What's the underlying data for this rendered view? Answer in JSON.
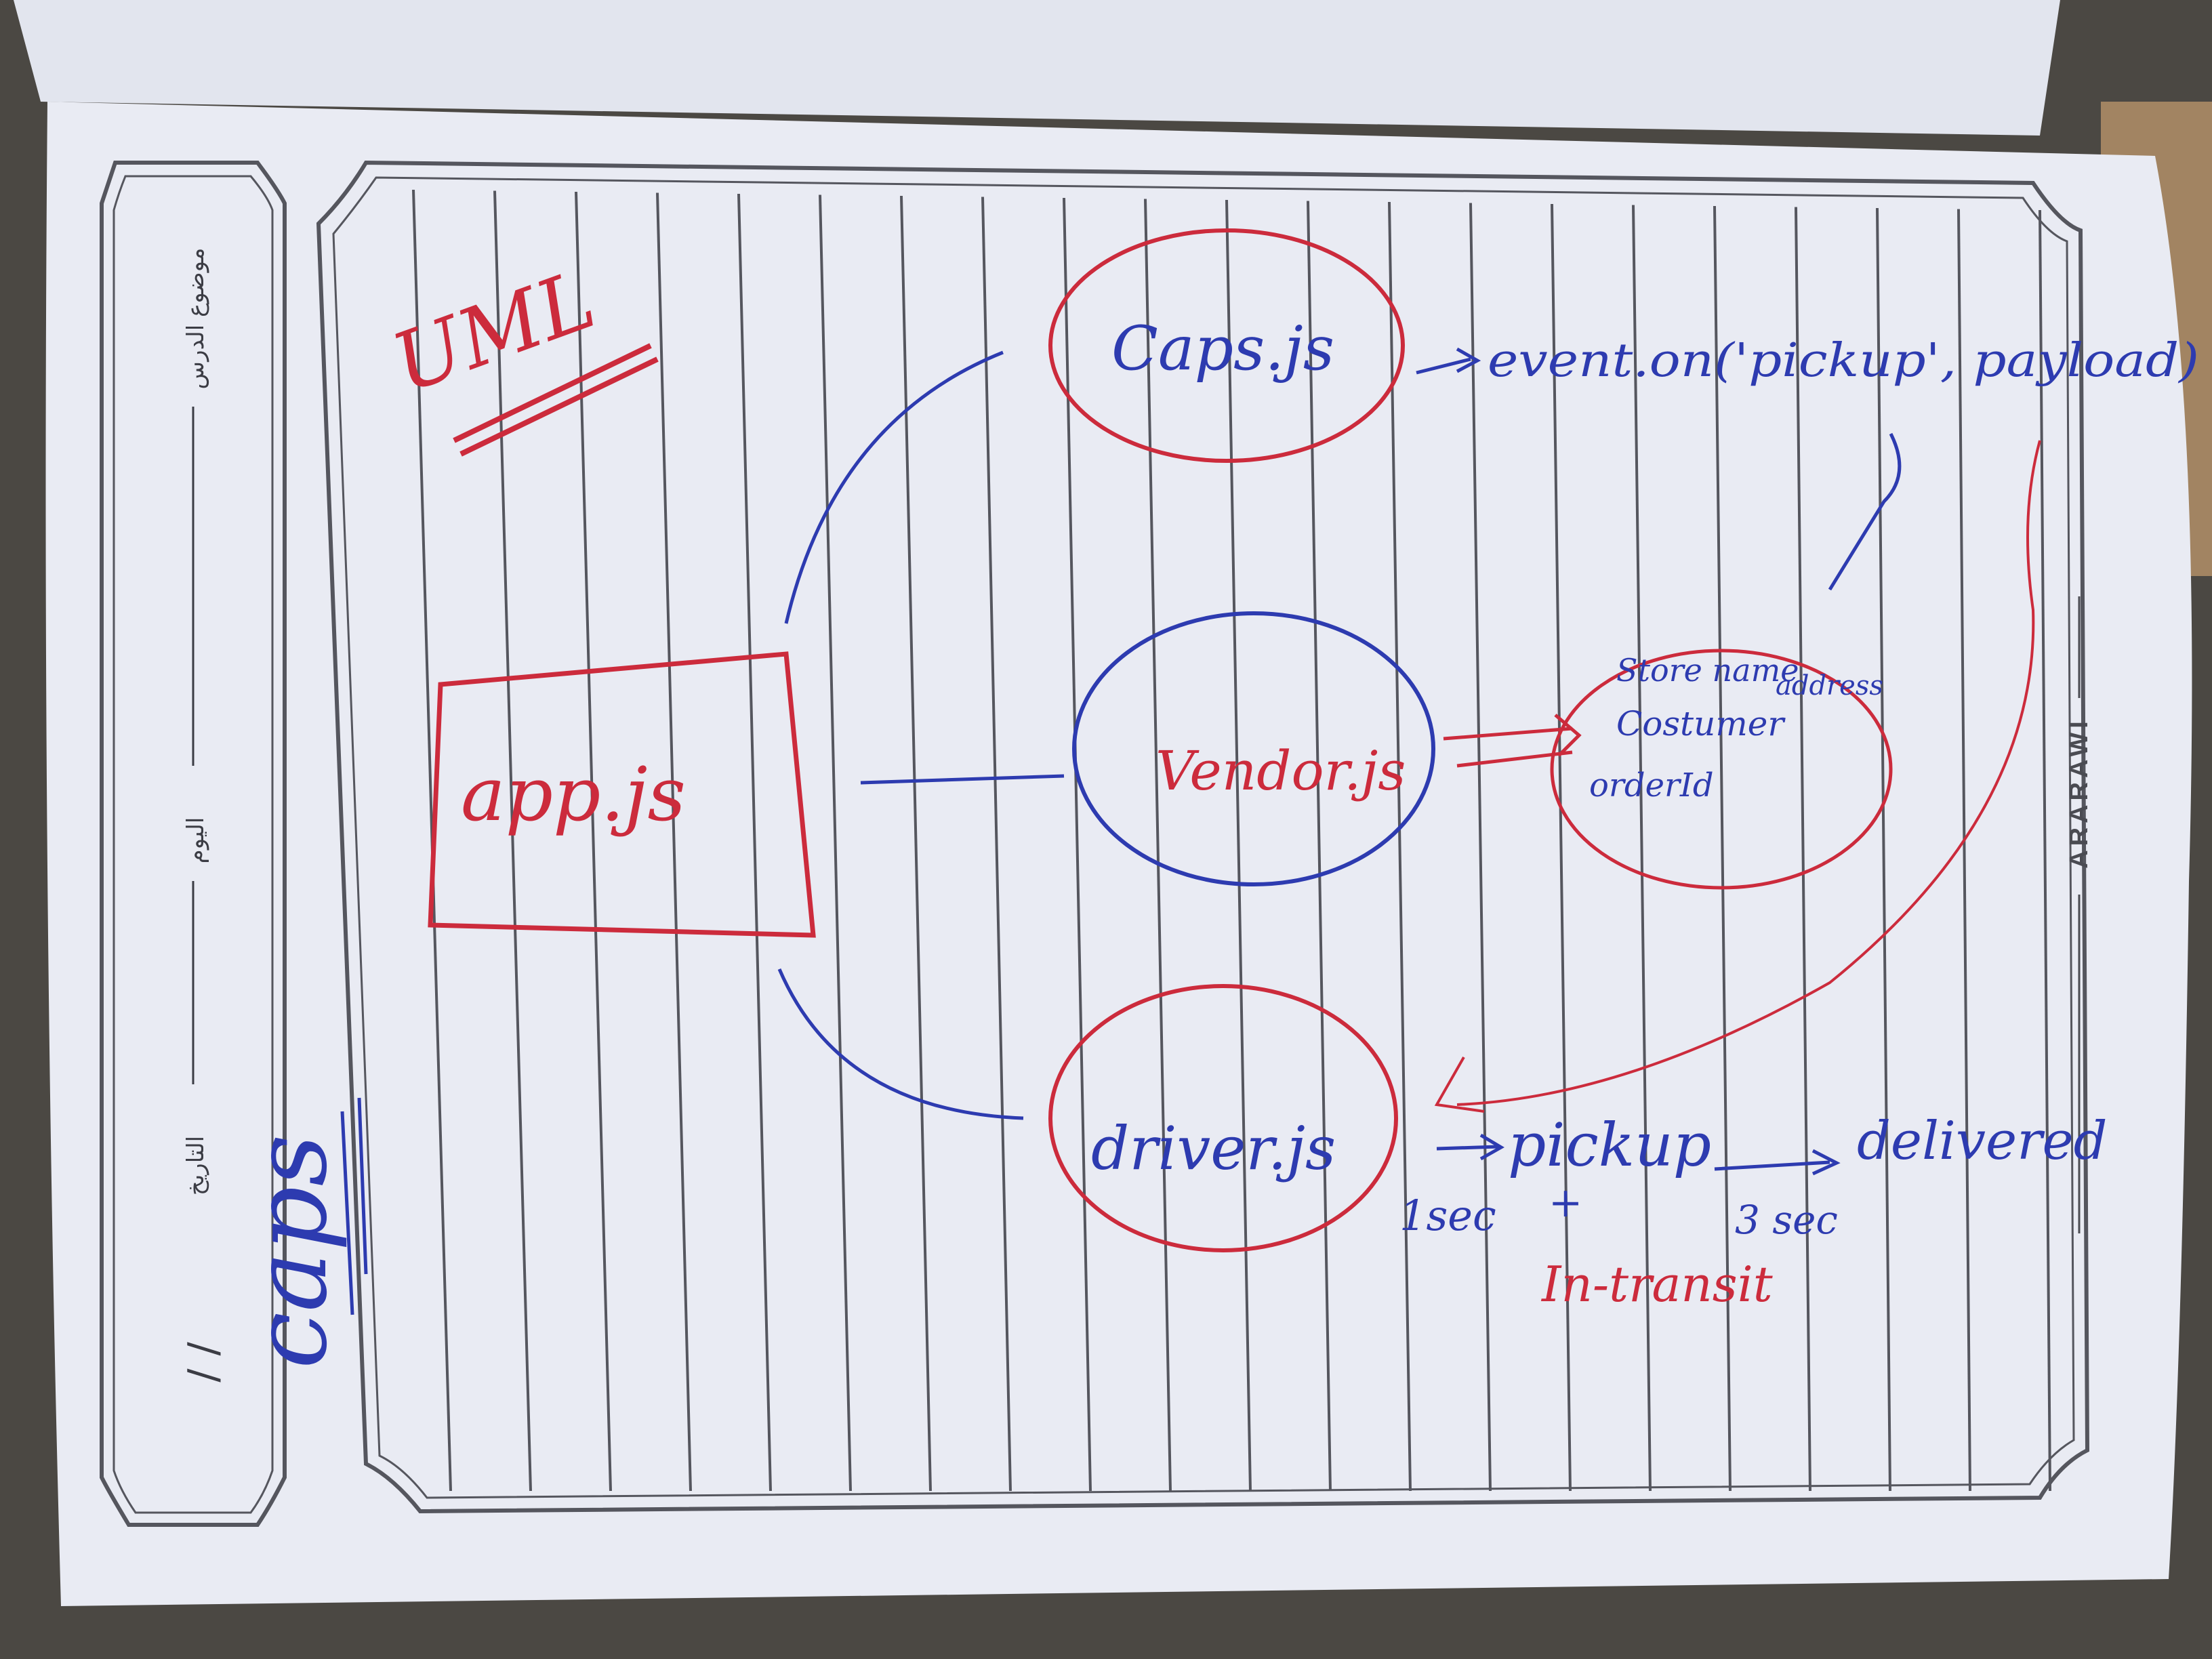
{
  "colors": {
    "paper": "#e9ebf3",
    "page_shadow": "#c9ccd8",
    "rule_line": "#55565e",
    "ink_blue": "#2d3bb0",
    "ink_red": "#cc2b3c",
    "table": "#4b4843"
  },
  "margin": {
    "topic_label": "موضوع الدرس",
    "day_label": "اليوم",
    "date_label": "التاريخ",
    "date_separator": "/ /"
  },
  "brand": "ARARAWI",
  "handwriting": {
    "title": "UML",
    "side_title": "caps",
    "app_label": "app.js",
    "caps_label": "Caps.js",
    "vendor_label": "Vendor.js",
    "driver_label": "driver.js",
    "caps_event": "event.on('pickup', payload)",
    "vendor_note_line1": "Store name",
    "vendor_note_line2": "Costumer",
    "vendor_note_line3": "orderId",
    "vendor_note_line4": "address",
    "driver_step1": "pickup",
    "driver_step2": "delivered",
    "driver_wait1": "1sec",
    "driver_wait2": "3 sec",
    "driver_status": "In-transit"
  }
}
